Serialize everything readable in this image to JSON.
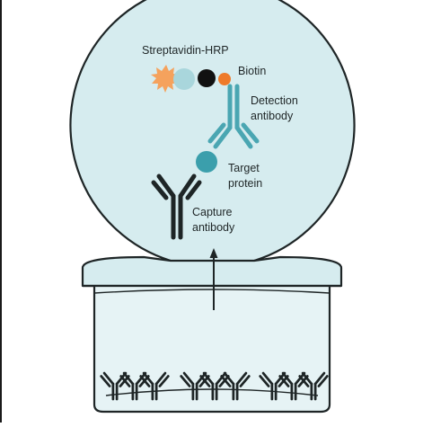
{
  "labels": {
    "streptavidin_hrp": "Streptavidin-HRP",
    "biotin": "Biotin",
    "detection_antibody_line1": "Detection",
    "detection_antibody_line2": "antibody",
    "target_protein_line1": "Target",
    "target_protein_line2": "protein",
    "capture_antibody_line1": "Capture",
    "capture_antibody_line2": "antibody"
  },
  "colors": {
    "magnified_bubble": "#d6ecef",
    "well_fill": "#dfeff1",
    "liquid": "#e6f3f5",
    "outline": "#1e2526",
    "detection_antibody": "#4aa6b2",
    "target_protein": "#3b9fac",
    "capture_antibody": "#1e2526",
    "biotin": "#111111",
    "streptavidin": "#a9d6dc",
    "hrp": "#f5a25d",
    "linker_dot": "#ee7a2a"
  },
  "icons": [
    "upward-arrow-icon",
    "capture-antibody-icon",
    "detection-antibody-icon"
  ]
}
